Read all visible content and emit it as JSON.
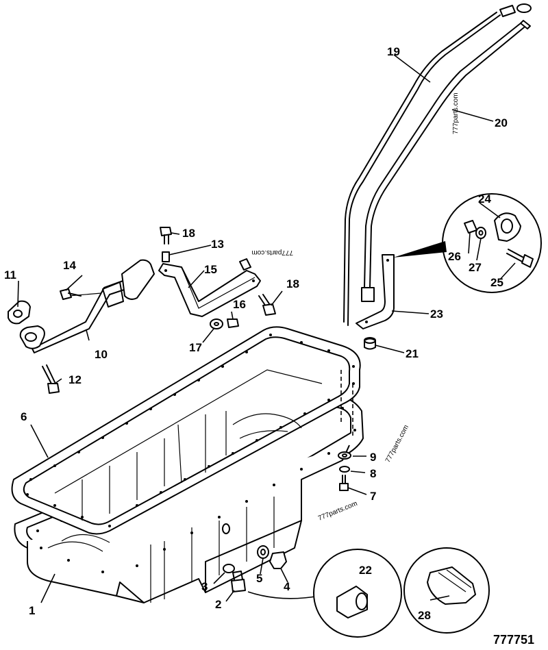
{
  "figure_number": "777751",
  "watermarks": [
    "777parts.com",
    "777parts.com",
    "777parts.com",
    "777parts.com"
  ],
  "callouts": [
    "1",
    "2",
    "3",
    "4",
    "5",
    "6",
    "7",
    "8",
    "9",
    "10",
    "11",
    "12",
    "13",
    "14",
    "15",
    "16",
    "17",
    "18",
    "18",
    "19",
    "20",
    "21",
    "22",
    "23",
    "24",
    "25",
    "26",
    "27",
    "28"
  ]
}
